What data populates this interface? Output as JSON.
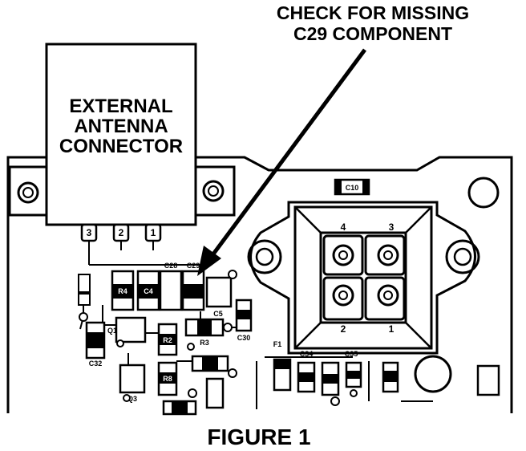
{
  "callout": {
    "line1": "CHECK FOR MISSING",
    "line2": "C29 COMPONENT"
  },
  "connector": {
    "line1": "EXTERNAL",
    "line2": "ANTENNA",
    "line3": "CONNECTOR",
    "pins": [
      "3",
      "2",
      "1"
    ]
  },
  "regulator": {
    "pins": [
      "4",
      "3",
      "2",
      "1"
    ],
    "cap_label": "C10"
  },
  "components": {
    "c28": "C28",
    "c29": "C29",
    "c4": "C4",
    "r4": "R4",
    "c5": "C5",
    "c30": "C30",
    "r2": "R2",
    "r3": "R3",
    "c32": "C32",
    "r8": "R8",
    "q3": "Q3",
    "f1": "F1",
    "c34": "C34",
    "c35": "C35",
    "q1": "Q1"
  },
  "caption": "FIGURE 1"
}
